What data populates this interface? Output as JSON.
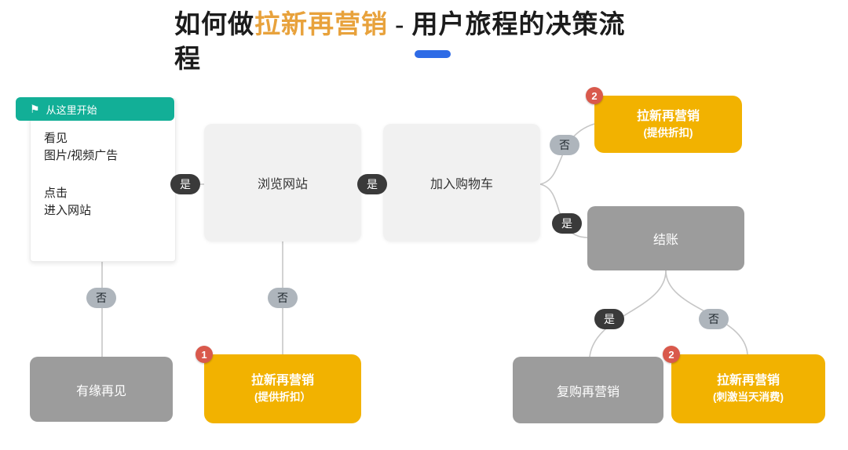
{
  "title": {
    "part1": "如何做",
    "highlight": "拉新再营销",
    "part2": " - 用户旅程的决策流",
    "part3": "程"
  },
  "labels": {
    "yes": "是",
    "no": "否"
  },
  "icons": {
    "flag": "⚑"
  },
  "start": {
    "header": "从这里开始",
    "line1": "看见",
    "line2": "图片/视频广告",
    "line3": "点击",
    "line4": "进入网站"
  },
  "nodes": {
    "browse": "浏览网站",
    "cart": "加入购物车",
    "checkout": "结账",
    "farewell": "有缘再见",
    "repurchase": "复购再营销",
    "remarket_top": {
      "badge": "2",
      "title": "拉新再营销",
      "subtitle": "(提供折扣)"
    },
    "remarket_mid": {
      "badge": "1",
      "title": "拉新再营销",
      "subtitle": "(提供折扣）"
    },
    "remarket_bottom": {
      "badge": "2",
      "title": "拉新再营销",
      "subtitle": "(刺激当天消费)"
    }
  },
  "colors": {
    "title_highlight": "#E8A23C",
    "accent_blue": "#2E6BE6",
    "teal_banner": "#12AF97",
    "node_orange": "#F2B200",
    "node_gray": "#9C9C9C",
    "node_light": "#F1F1F1",
    "pill_dark": "#3A3A3A",
    "pill_light": "#AEB5BC",
    "badge_red": "#D9594C"
  }
}
